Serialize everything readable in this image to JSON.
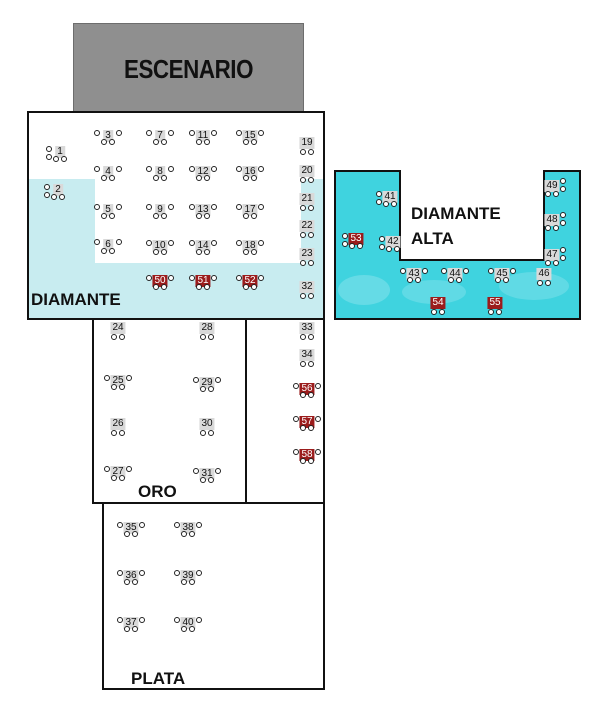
{
  "stage": {
    "label": "ESCENARIO"
  },
  "zones": {
    "diamante": "DIAMANTE",
    "diamante_alta_line1": "DIAMANTE",
    "diamante_alta_line2": "ALTA",
    "oro": "ORO",
    "plata": "PLATA"
  },
  "colors": {
    "cyan_zone": "#c8ecf0",
    "alta_zone": "#3fd3df",
    "vip_table": "#9b1c1c",
    "stage": "#8f8f8f",
    "table_number_bg": "#d9d9d9"
  },
  "tables": {
    "t1": "1",
    "t2": "2",
    "t3": "3",
    "t4": "4",
    "t5": "5",
    "t6": "6",
    "t7": "7",
    "t8": "8",
    "t9": "9",
    "t10": "10",
    "t11": "11",
    "t12": "12",
    "t13": "13",
    "t14": "14",
    "t15": "15",
    "t16": "16",
    "t17": "17",
    "t18": "18",
    "t19": "19",
    "t20": "20",
    "t21": "21",
    "t22": "22",
    "t23": "23",
    "t24": "24",
    "t25": "25",
    "t26": "26",
    "t27": "27",
    "t28": "28",
    "t29": "29",
    "t30": "30",
    "t31": "31",
    "t32": "32",
    "t33": "33",
    "t34": "34",
    "t35": "35",
    "t36": "36",
    "t37": "37",
    "t38": "38",
    "t39": "39",
    "t40": "40",
    "t41": "41",
    "t42": "42",
    "t43": "43",
    "t44": "44",
    "t45": "45",
    "t46": "46",
    "t47": "47",
    "t48": "48",
    "t49": "49",
    "t50": "50",
    "t51": "51",
    "t52": "52",
    "t53": "53",
    "t54": "54",
    "t55": "55",
    "t56": "56",
    "t57": "57",
    "t58": "58"
  }
}
